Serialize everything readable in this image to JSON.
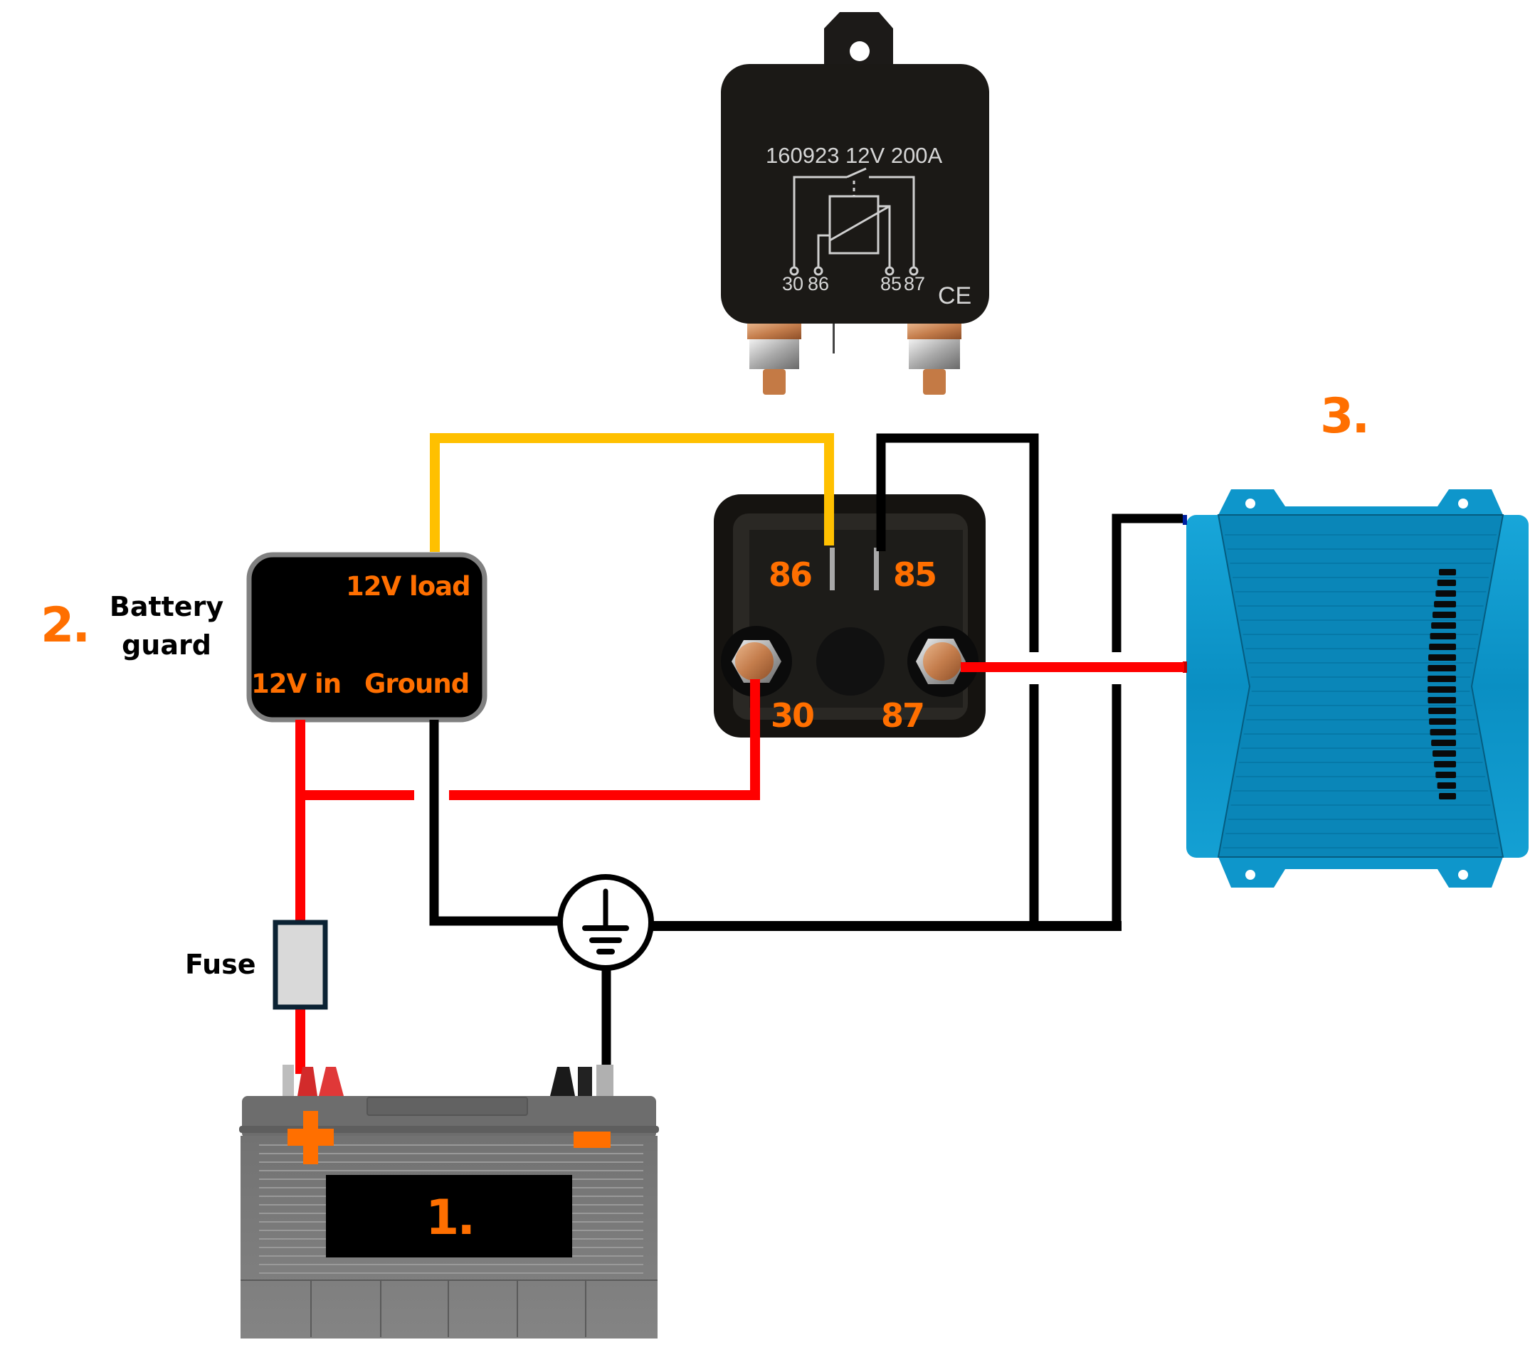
{
  "diagram": {
    "title": "Battery guard relay wiring diagram",
    "components": {
      "battery": {
        "number_label": "1.",
        "positive_symbol": "+",
        "negative_symbol": "−"
      },
      "battery_guard": {
        "number_label": "2.",
        "title_line1": "Battery",
        "title_line2": "guard",
        "ports": {
          "load": "12V load",
          "input": "12V in",
          "ground": "Ground"
        }
      },
      "device": {
        "number_label": "3."
      },
      "fuse": {
        "label": "Fuse"
      },
      "relay_photo_top": {
        "print_text": "160923  12V  200A",
        "pins": [
          "30",
          "86",
          "85",
          "87"
        ],
        "mark": "CE"
      },
      "relay_bottom_view": {
        "pins": {
          "p86": "86",
          "p85": "85",
          "p30": "30",
          "p87": "87"
        }
      }
    },
    "wires": [
      {
        "id": "w-load-86",
        "color": "yellow",
        "from": "battery_guard.12V load",
        "to": "relay.86"
      },
      {
        "id": "w-85-ground",
        "color": "black",
        "from": "relay.85",
        "to": "ground"
      },
      {
        "id": "w-87-device",
        "color": "red",
        "from": "relay.87",
        "to": "device +"
      },
      {
        "id": "w-device-ground",
        "color": "black",
        "from": "device −",
        "to": "ground"
      },
      {
        "id": "w-battery-fuse",
        "color": "red",
        "from": "battery +",
        "to": "fuse"
      },
      {
        "id": "w-fuse-in",
        "color": "red",
        "from": "fuse",
        "to": "battery_guard.12V in"
      },
      {
        "id": "w-in-30",
        "color": "red",
        "from": "battery_guard.12V in",
        "to": "relay.30"
      },
      {
        "id": "w-guard-ground",
        "color": "black",
        "from": "battery_guard.Ground",
        "to": "ground"
      },
      {
        "id": "w-battery-neg",
        "color": "black",
        "from": "battery −",
        "to": "ground"
      }
    ],
    "colors": {
      "accent_orange": "#ff6f00",
      "wire_red": "#ff0000",
      "wire_yellow": "#ffc000",
      "wire_black": "#000000",
      "device_blue": "#0a93c9",
      "battery_gray": "#7a7a7a",
      "fuse_fill": "#d9d9d9",
      "fuse_border": "#0b2233",
      "guard_border": "#808080"
    },
    "ground_symbol": "earth-ground-icon"
  }
}
